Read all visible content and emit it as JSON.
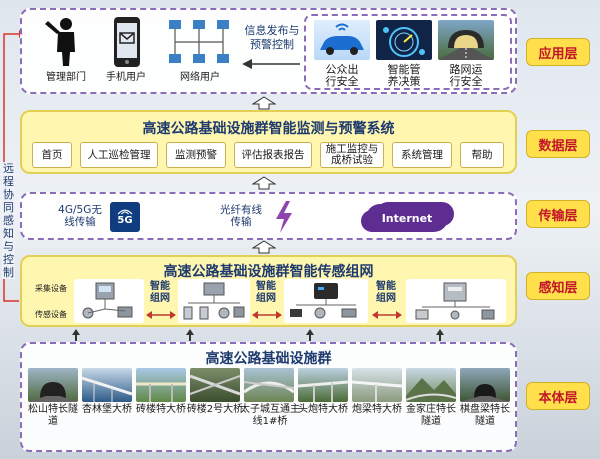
{
  "layers": {
    "application": "应用层",
    "data": "数据层",
    "transport": "传输层",
    "sensing": "感知层",
    "body": "本体层"
  },
  "side_label": "远程协同感知与控制",
  "application": {
    "users": [
      {
        "label": "管理部门",
        "icon": "person-pointing-icon"
      },
      {
        "label": "手机用户",
        "icon": "mobile-phone-icon"
      },
      {
        "label": "网络用户",
        "icon": "network-computers-icon"
      }
    ],
    "publish_label": "信息发布与预警控制",
    "services": [
      {
        "label": "公众出行安全",
        "icon": "connected-car-icon"
      },
      {
        "label": "智能管养决策",
        "icon": "dashboard-gauge-icon"
      },
      {
        "label": "路网运行安全",
        "icon": "tunnel-road-icon"
      }
    ]
  },
  "data_layer": {
    "title": "高速公路基础设施群智能监测与预警系统",
    "modules": [
      "首页",
      "人工巡检管理",
      "监测预警",
      "评估报表报告",
      "施工监控与成桥试验",
      "系统管理",
      "帮助"
    ]
  },
  "transport": {
    "wireless": "4G/5G无线传输",
    "badge": "5G",
    "fiber": "光纤有线传输",
    "cloud": "Internet"
  },
  "sensing": {
    "title": "高速公路基础设施群智能传感组网",
    "collector_label": "采集设备",
    "sensor_label": "传感设备",
    "network_label": "智能组网"
  },
  "body": {
    "title": "高速公路基础设施群",
    "sites": [
      "松山特长隧道",
      "杏林堡大桥",
      "砖楼特大桥",
      "砖楼2号大桥",
      "太子城互通主线1#桥",
      "头炮特大桥",
      "炮梁特大桥",
      "金家庄特长隧道",
      "棋盘梁特长隧道"
    ]
  },
  "colors": {
    "layer_tag_bg": "#ffe04a",
    "layer_tag_text": "#c3152a",
    "title_text": "#1e3a6e",
    "dashed_border": "#8a6cb8",
    "yellow_band": "#fff6b0",
    "side_arrow": "#d9342b"
  }
}
